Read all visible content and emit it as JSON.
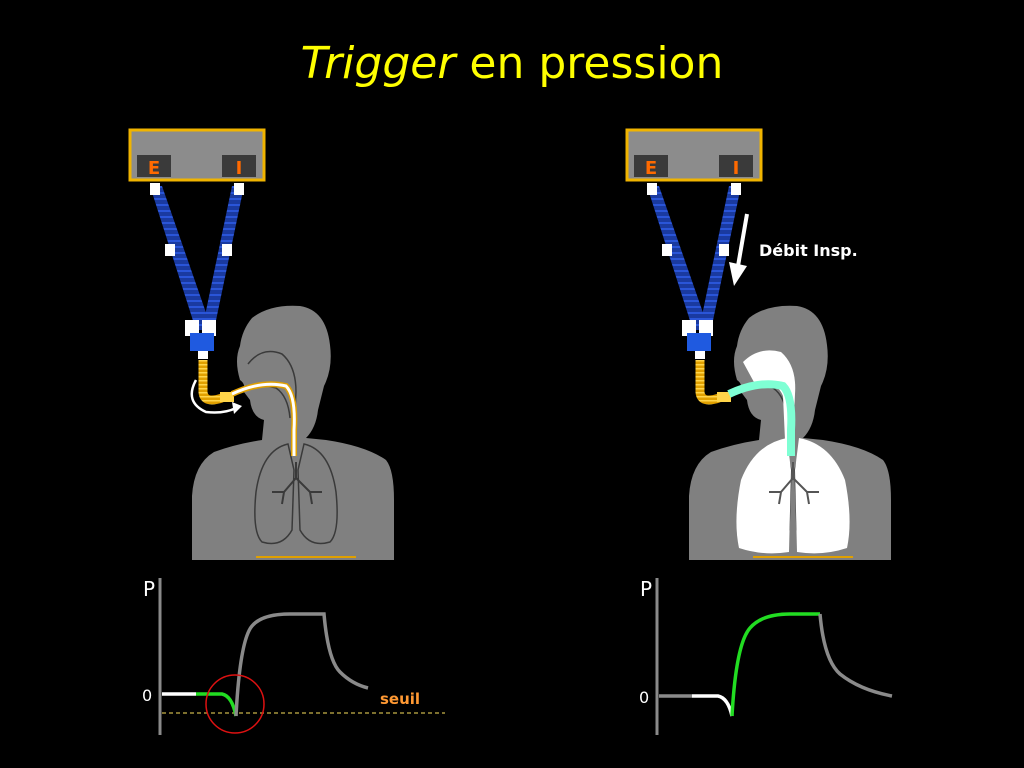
{
  "title": {
    "italic": "Trigger",
    "rest": " en pression"
  },
  "ventilator": {
    "expiratory_label": "E",
    "inspiratory_label": "I"
  },
  "annotation": {
    "flow_label": "Débit Insp."
  },
  "graph": {
    "y_label": "P",
    "zero_label": "0",
    "threshold_label": "seuil"
  },
  "colors": {
    "title": "#ffff00",
    "ventilator_body": "#8c8c8c",
    "ventilator_border": "#f0b400",
    "port_text": "#ff6a00",
    "tubing": "#1a3aa0",
    "body": "#808080",
    "airway_active": "#7fffd4",
    "lungs_inflated": "#ffffff",
    "curve_gray": "#8a8a8a",
    "curve_green": "#22dd22",
    "curve_white": "#ffffff",
    "threshold": "#c8b44a",
    "threshold_text": "#ff9933",
    "trigger_circle": "#dd1111"
  }
}
